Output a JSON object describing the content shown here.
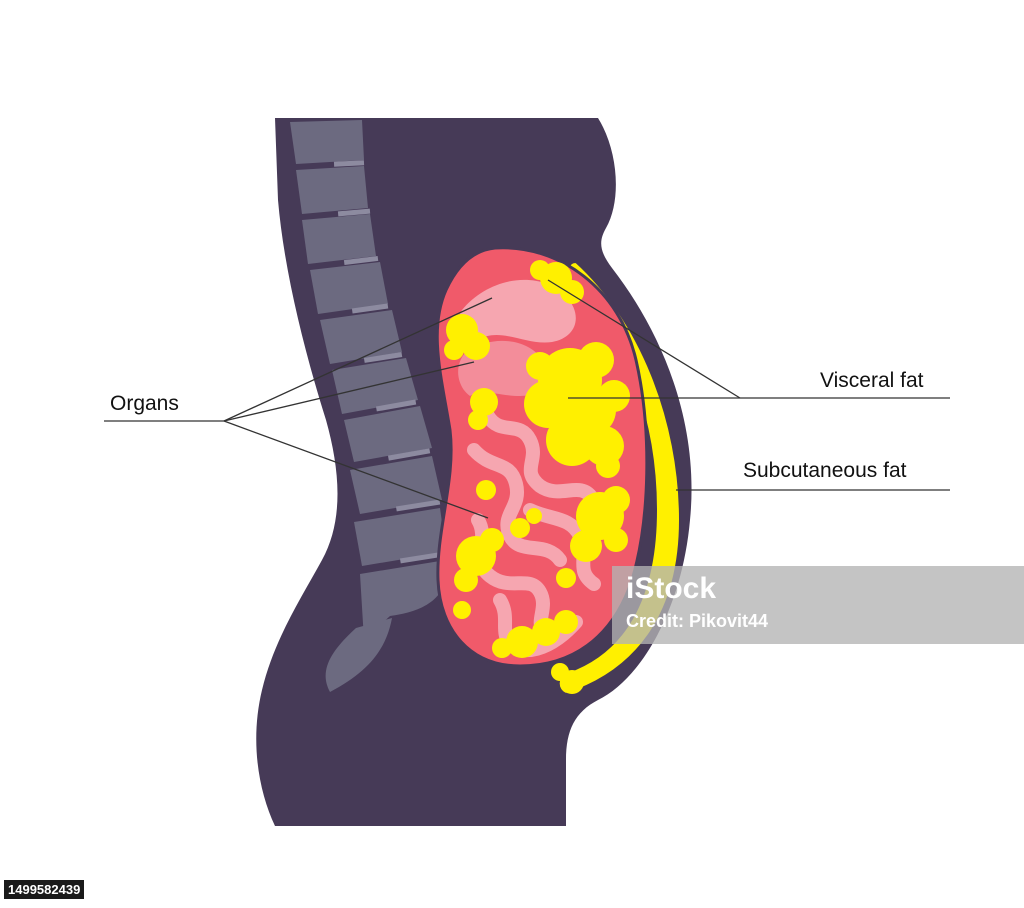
{
  "labels": {
    "organs": "Organs",
    "visceral_fat": "Visceral fat",
    "subcutaneous_fat": "Subcutaneous fat"
  },
  "watermark": {
    "logo": "iStock",
    "credit": "Credit: Pikovit44",
    "image_id": "1499582439"
  },
  "colors": {
    "body": "#463a57",
    "spine": "#6c6a80",
    "organ_cavity": "#f05a6a",
    "organ_light": "#f6a6b0",
    "intestine": "#f38d9a",
    "fat": "#fff000",
    "background": "#ffffff"
  }
}
